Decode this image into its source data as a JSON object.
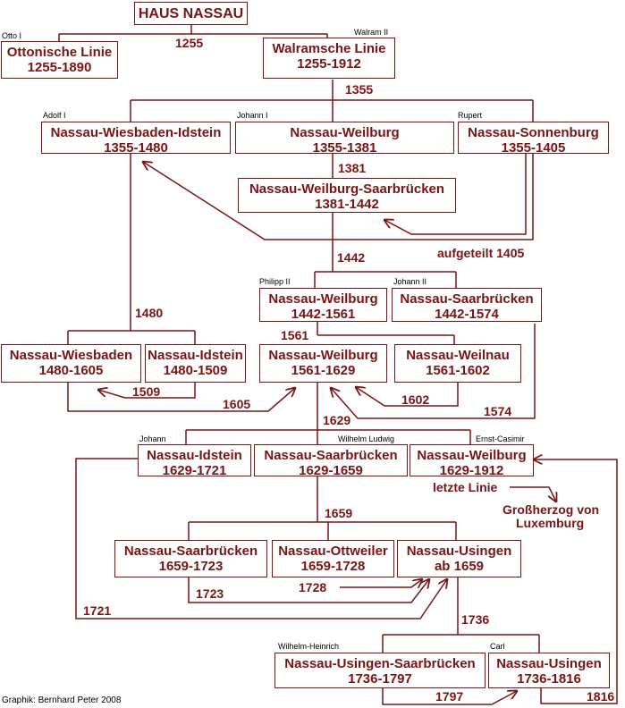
{
  "colors": {
    "accent": "#7a1414",
    "background": "#ffffff",
    "text": "#000000"
  },
  "boxes": {
    "haus": {
      "label": "HAUS NASSAU"
    },
    "otto": {
      "label": "Ottonische Linie",
      "years": "1255-1890"
    },
    "walram": {
      "label": "Walramsche Linie",
      "years": "1255-1912"
    },
    "wiesbaden_idstein": {
      "label": "Nassau-Wiesbaden-Idstein",
      "years": "1355-1480"
    },
    "weilburg_1355": {
      "label": "Nassau-Weilburg",
      "years": "1355-1381"
    },
    "sonnenburg": {
      "label": "Nassau-Sonnenburg",
      "years": "1355-1405"
    },
    "weilburg_saarbruecken": {
      "label": "Nassau-Weilburg-Saarbrücken",
      "years": "1381-1442"
    },
    "weilburg_1442": {
      "label": "Nassau-Weilburg",
      "years": "1442-1561"
    },
    "saarbruecken_1442": {
      "label": "Nassau-Saarbrücken",
      "years": "1442-1574"
    },
    "wiesbaden": {
      "label": "Nassau-Wiesbaden",
      "years": "1480-1605"
    },
    "idstein_1480": {
      "label": "Nassau-Idstein",
      "years": "1480-1509"
    },
    "weilburg_1561": {
      "label": "Nassau-Weilburg",
      "years": "1561-1629"
    },
    "weilnau": {
      "label": "Nassau-Weilnau",
      "years": "1561-1602"
    },
    "idstein_1629": {
      "label": "Nassau-Idstein",
      "years": "1629-1721"
    },
    "saarbruecken_1629": {
      "label": "Nassau-Saarbrücken",
      "years": "1629-1659"
    },
    "weilburg_1629": {
      "label": "Nassau-Weilburg",
      "years": "1629-1912"
    },
    "saarbruecken_1659": {
      "label": "Nassau-Saarbrücken",
      "years": "1659-1723"
    },
    "ottweiler": {
      "label": "Nassau-Ottweiler",
      "years": "1659-1728"
    },
    "usingen_1659": {
      "label": "Nassau-Usingen",
      "years": "ab 1659"
    },
    "usingen_saarbruecken": {
      "label": "Nassau-Usingen-Saarbrücken",
      "years": "1736-1797"
    },
    "usingen_1736": {
      "label": "Nassau-Usingen",
      "years": "1736-1816"
    }
  },
  "persons": {
    "otto": "Otto I",
    "walram": "Walram II",
    "adolf": "Adolf I",
    "johann1": "Johann I",
    "rupert": "Rupert",
    "philipp": "Philipp II",
    "johann2": "Johann II",
    "johann": "Johann",
    "wilhelm_ludwig": "Wilhelm Ludwig",
    "ernst_casimir": "Ernst-Casimir",
    "wilhelm_heinrich": "Wilhelm-Heinrich",
    "carl": "Carl"
  },
  "years": {
    "y1255": "1255",
    "y1355": "1355",
    "y1381": "1381",
    "aufgeteilt": "aufgeteilt 1405",
    "y1442": "1442",
    "y1480": "1480",
    "y1561": "1561",
    "y1509": "1509",
    "y1605": "1605",
    "y1602": "1602",
    "y1574": "1574",
    "y1629": "1629",
    "letzte": "letzte Linie",
    "grossherzog": "Großherzog von",
    "luxemburg": "Luxemburg",
    "y1659": "1659",
    "y1723": "1723",
    "y1728": "1728",
    "y1721": "1721",
    "y1736": "1736",
    "y1797": "1797",
    "y1816": "1816"
  },
  "credit": "Graphik: Bernhard Peter 2008"
}
